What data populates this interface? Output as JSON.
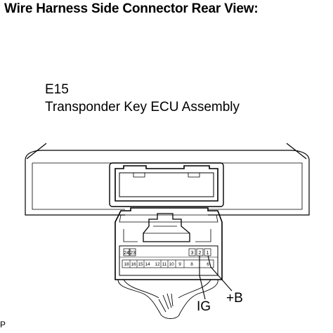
{
  "title": "Wire Harness Side Connector Rear View:",
  "connector": {
    "code": "E15",
    "name": "Transponder Key ECU Assembly"
  },
  "pins": {
    "top_row": [
      "24",
      "23",
      "3",
      "2",
      "1"
    ],
    "bottom_row": [
      "18",
      "16",
      "15",
      "14",
      "12",
      "11",
      "10",
      "9",
      "8",
      "6"
    ]
  },
  "labels": {
    "ig": "IG",
    "plus_b": "+B"
  },
  "footer": "P"
}
